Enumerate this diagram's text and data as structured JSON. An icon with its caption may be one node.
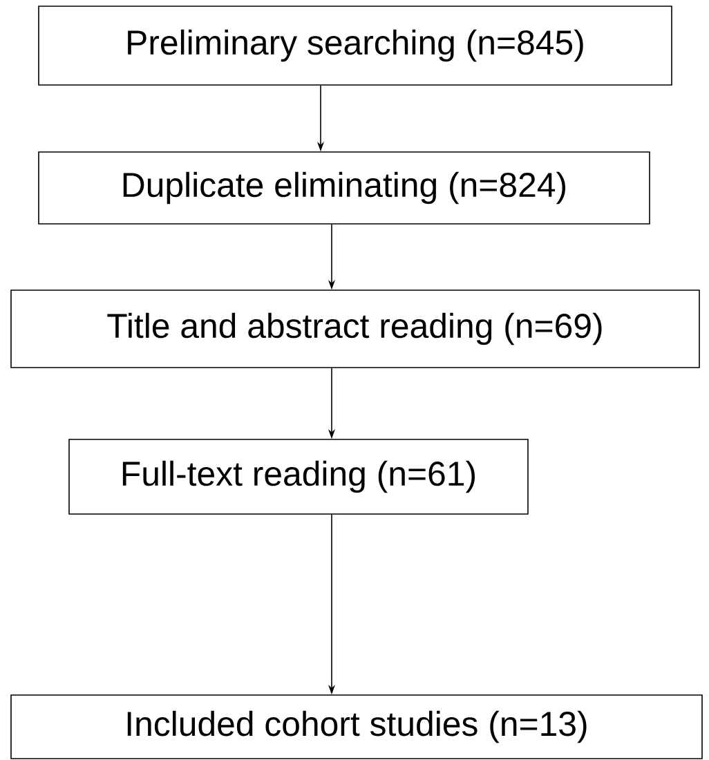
{
  "diagram": {
    "nodes": [
      {
        "text": [
          "Preliminary searching (n=845)"
        ]
      },
      {
        "text": [
          "Duplicate eliminating (n=824)"
        ]
      },
      {
        "text": [
          "Title and abstract reading (n=69)"
        ]
      },
      {
        "text": [
          "Full-text reading (n=61)"
        ]
      },
      {
        "text": [
          "Included cohort studies (n=13)"
        ]
      }
    ],
    "edges": [
      {
        "from": 0,
        "to": 1,
        "arrow": "to"
      },
      {
        "from": 1,
        "to": 2,
        "arrow": "to"
      },
      {
        "from": 2,
        "to": 3,
        "arrow": "to"
      },
      {
        "from": 3,
        "to": 4,
        "arrow": "to"
      }
    ]
  }
}
